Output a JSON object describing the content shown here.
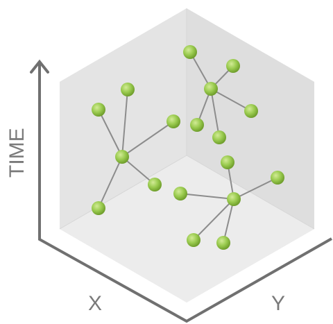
{
  "axes": {
    "time_label": "TIME",
    "x_label": "X",
    "y_label": "Y"
  },
  "colors": {
    "axis": "#6e6e6e",
    "axis_text": "#7a7a7a",
    "edge": "#8c8c8c",
    "node": "#94c74a",
    "node_highlight": "#c8e58a",
    "node_shadow": "#6f9e2c",
    "cube_top": "#ececec",
    "cube_left": "#e2e2e2",
    "cube_right": "#e6e6e6",
    "cube_edge": "#d4d4d4"
  },
  "clusters": [
    {
      "name": "cluster-left",
      "hub": 0,
      "node_count": 6
    },
    {
      "name": "cluster-top-right",
      "hub": 0,
      "node_count": 6
    },
    {
      "name": "cluster-bottom-right",
      "hub": 0,
      "node_count": 6
    }
  ]
}
